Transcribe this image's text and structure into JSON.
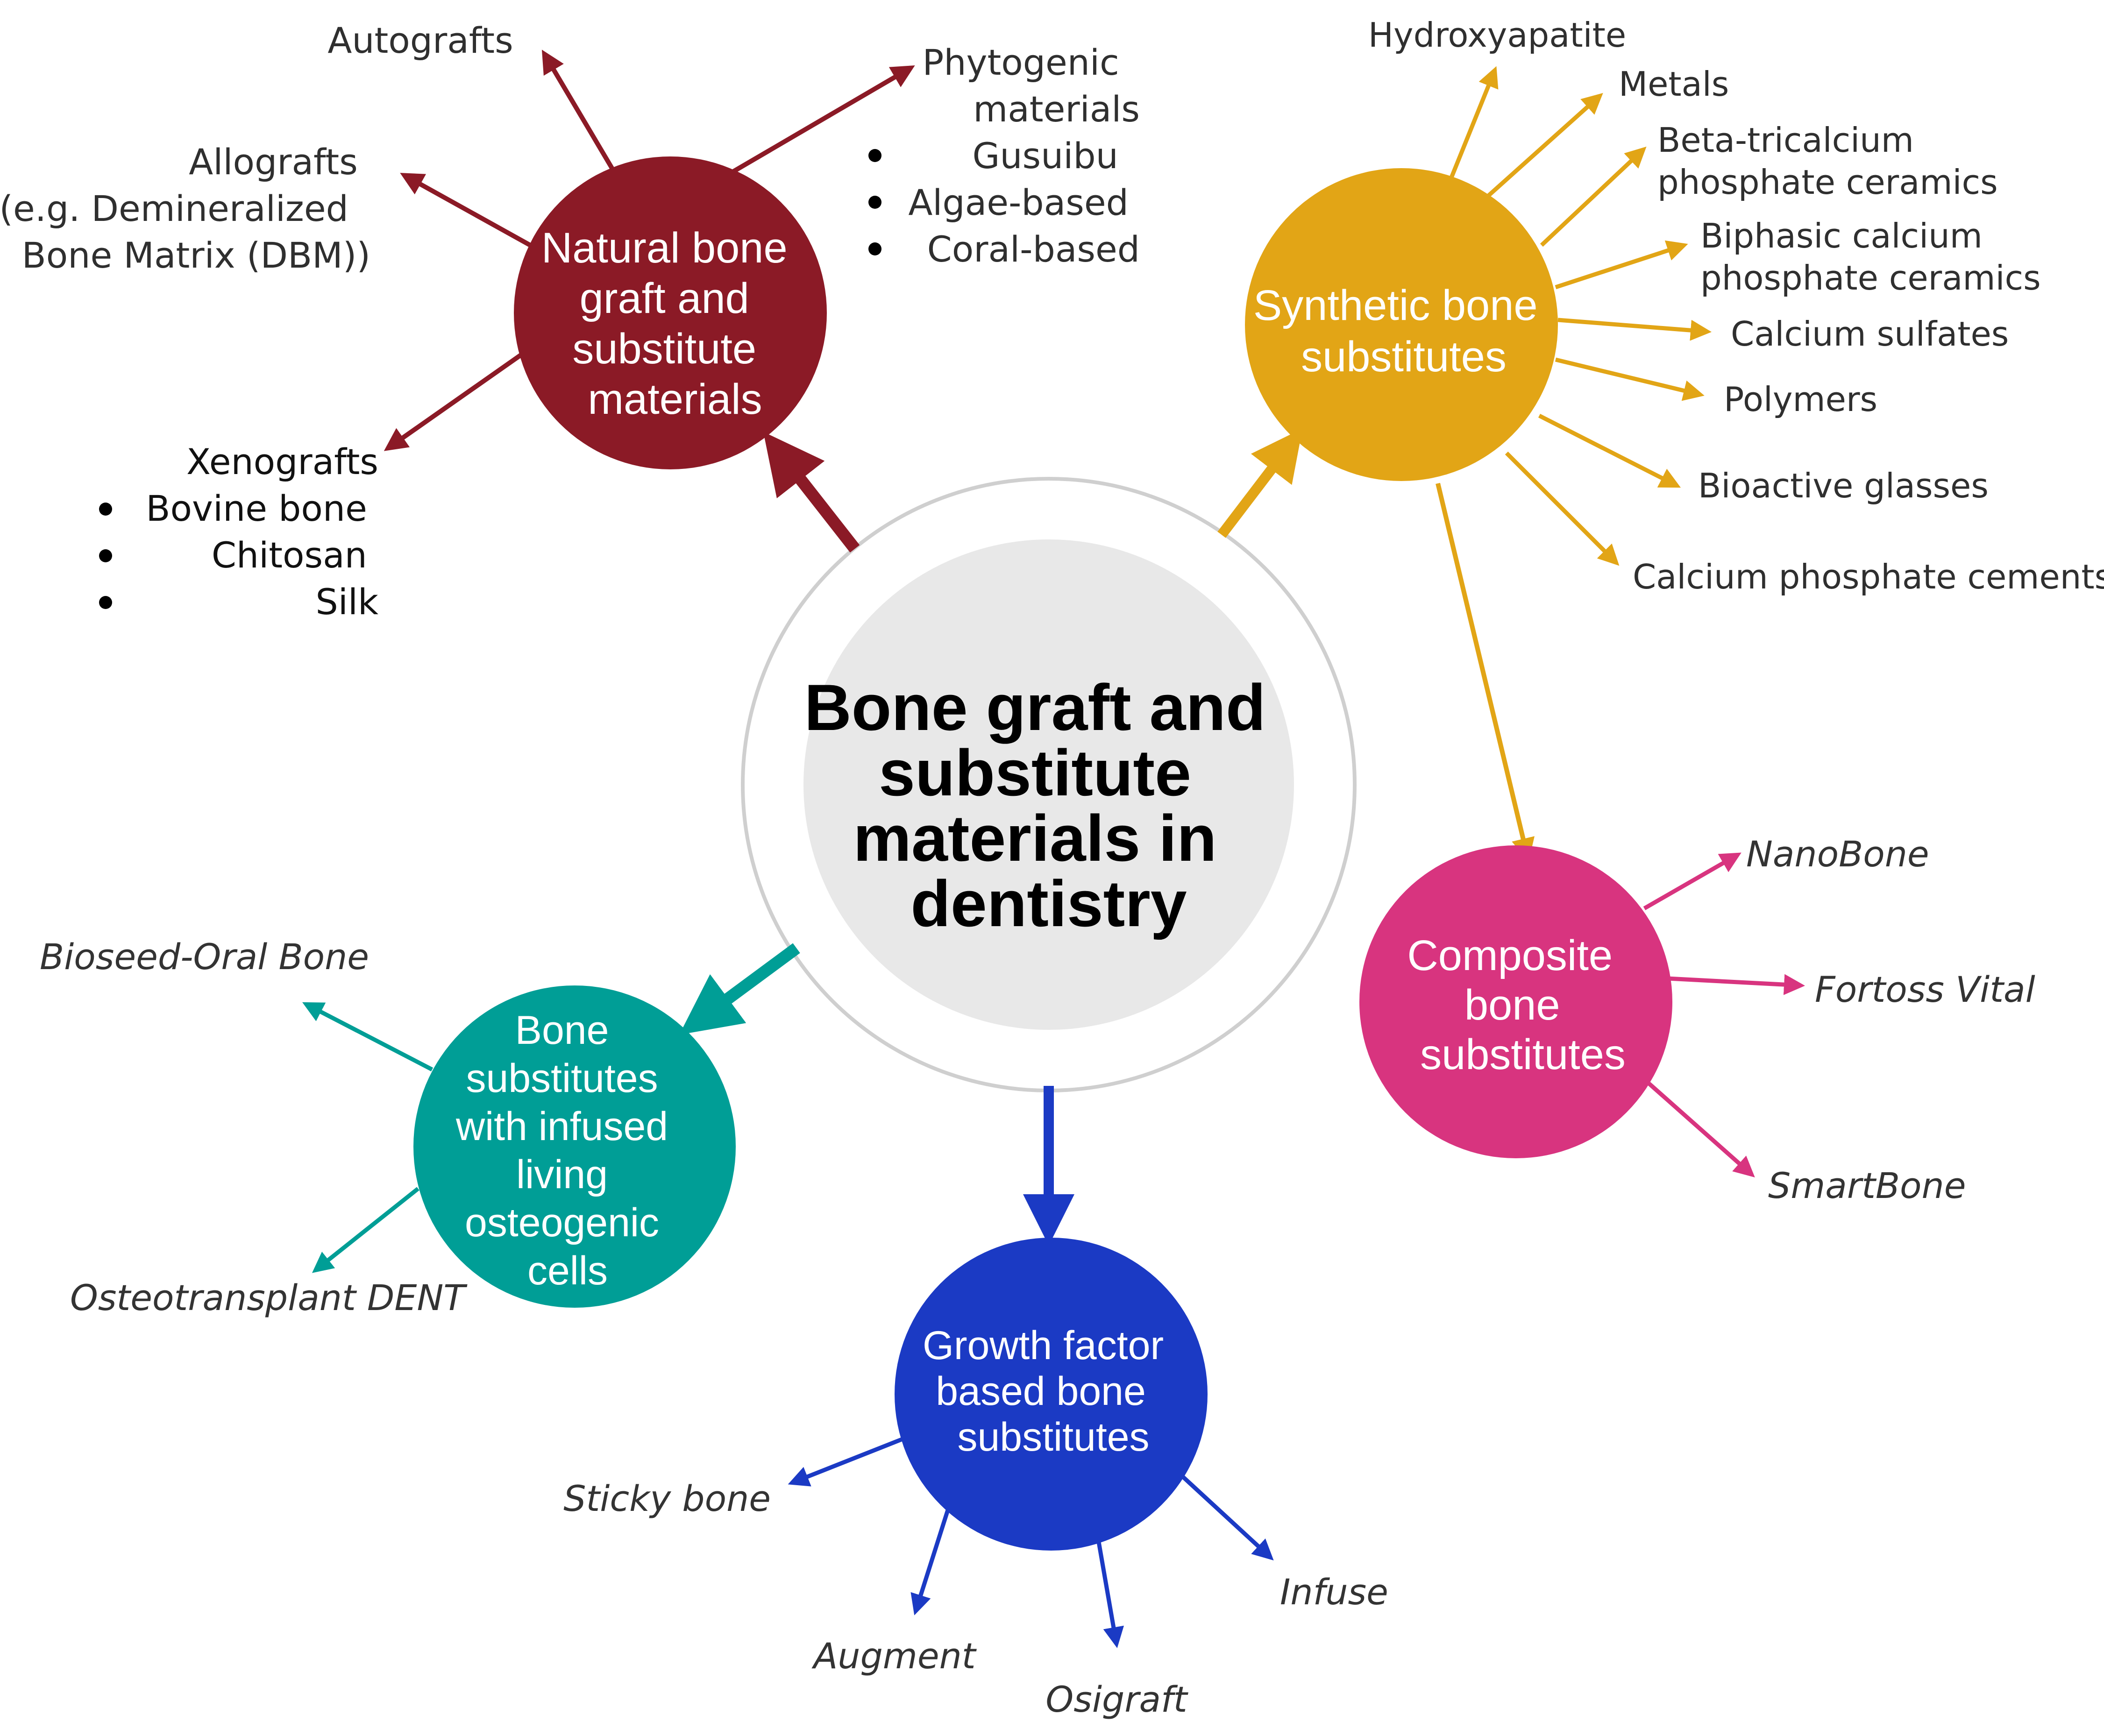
{
  "center": {
    "lines": [
      "Bone graft and",
      "substitute",
      "materials in",
      "dentistry"
    ],
    "outer_fill": "#ffffff",
    "outer_stroke": "#cfcfcf",
    "inner_fill": "#e8e8e8"
  },
  "hubs": [
    {
      "id": "natural",
      "lines": [
        "Natural bone",
        "graft and",
        "substitute",
        "materials"
      ],
      "color": "#8b1a26",
      "leaves": [
        {
          "lines": [
            "Autografts"
          ]
        },
        {
          "lines": [
            "Phytogenic",
            "materials"
          ],
          "bullets": [
            "Gusuibu",
            "Algae-based",
            "Coral-based"
          ]
        },
        {
          "lines": [
            "Allografts",
            "(e.g. Demineralized",
            "Bone Matrix (DBM))"
          ]
        },
        {
          "lines": [
            "Xenografts"
          ],
          "bullets": [
            "Bovine bone",
            "Chitosan",
            "Silk"
          ]
        }
      ]
    },
    {
      "id": "synthetic",
      "lines": [
        "Synthetic bone",
        "substitutes"
      ],
      "color": "#e2a516",
      "leaves": [
        {
          "lines": [
            "Hydroxyapatite"
          ]
        },
        {
          "lines": [
            "Metals"
          ]
        },
        {
          "lines": [
            "Beta-tricalcium",
            "phosphate ceramics"
          ]
        },
        {
          "lines": [
            "Biphasic calcium",
            "phosphate ceramics"
          ]
        },
        {
          "lines": [
            "Calcium sulfates"
          ]
        },
        {
          "lines": [
            "Polymers"
          ]
        },
        {
          "lines": [
            "Bioactive glasses"
          ]
        },
        {
          "lines": [
            "Calcium phosphate cements"
          ]
        }
      ]
    },
    {
      "id": "composite",
      "lines": [
        "Composite",
        "bone",
        "substitutes"
      ],
      "color": "#d8347f",
      "leaves": [
        {
          "lines": [
            "NanoBone"
          ]
        },
        {
          "lines": [
            "Fortoss Vital"
          ]
        },
        {
          "lines": [
            "SmartBone"
          ]
        }
      ]
    },
    {
      "id": "growth",
      "lines": [
        "Growth factor",
        "based bone",
        "substitutes"
      ],
      "color": "#1b3ac4",
      "leaves": [
        {
          "lines": [
            "Sticky bone"
          ]
        },
        {
          "lines": [
            "Augment"
          ]
        },
        {
          "lines": [
            "Osigraft"
          ]
        },
        {
          "lines": [
            "Infuse"
          ]
        }
      ]
    },
    {
      "id": "cells",
      "lines": [
        "Bone",
        "substitutes",
        "with infused",
        "living",
        "osteogenic",
        "cells"
      ],
      "color": "#009e96",
      "leaves": [
        {
          "lines": [
            "Bioseed-Oral Bone"
          ]
        },
        {
          "lines": [
            "Osteotransplant DENT"
          ]
        }
      ]
    }
  ]
}
